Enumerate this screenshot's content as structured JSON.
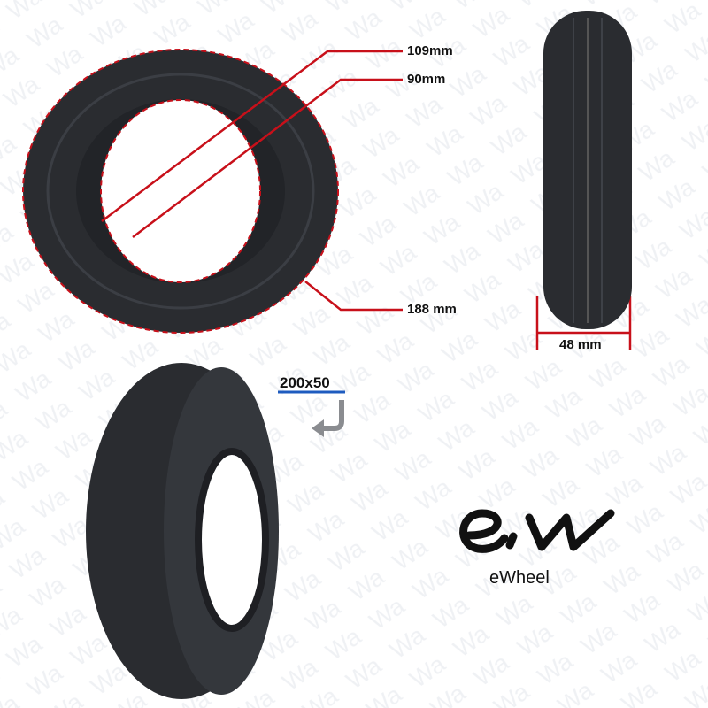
{
  "dimensions": {
    "outer_diameter": "109mm",
    "inner_diameter": "90mm",
    "tire_diameter": "188 mm",
    "width": "48 mm"
  },
  "size_label": "200x50",
  "brand": {
    "logo_text": "e,W",
    "name": "eWheel"
  },
  "colors": {
    "annotation": "#c8101a",
    "size_underline": "#1e5bbf",
    "tire": "#2a2c30"
  }
}
